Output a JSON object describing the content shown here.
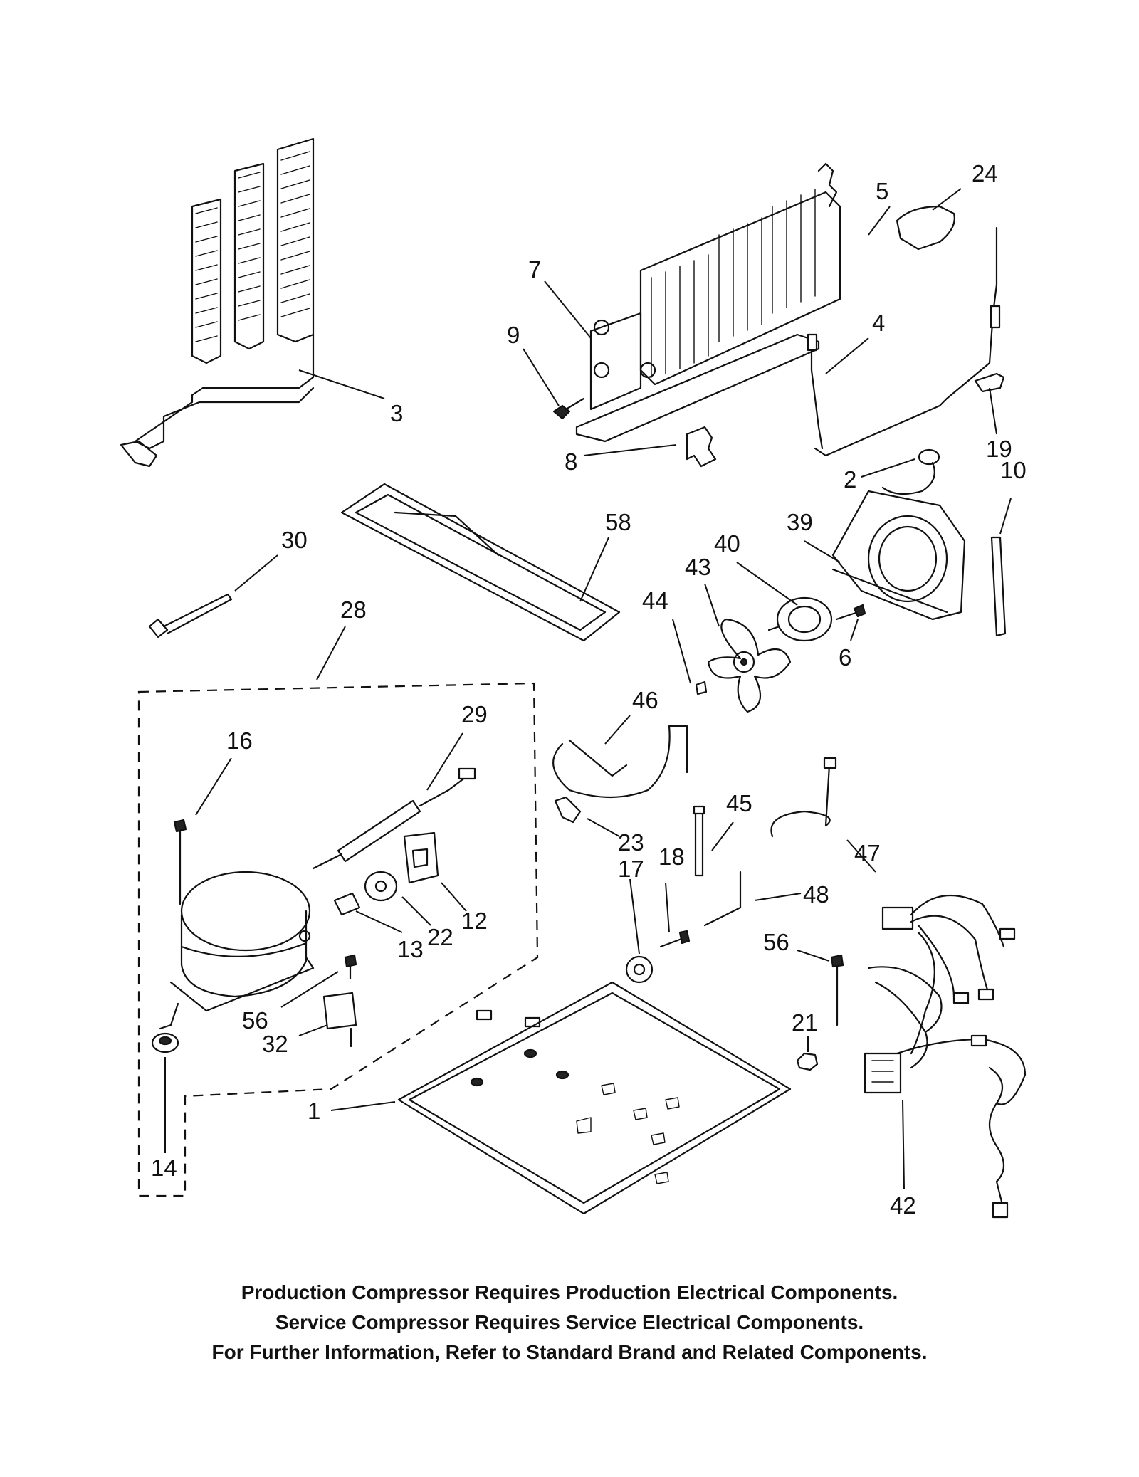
{
  "parts": [
    {
      "id": "3"
    },
    {
      "id": "5"
    },
    {
      "id": "24"
    },
    {
      "id": "7"
    },
    {
      "id": "9"
    },
    {
      "id": "4"
    },
    {
      "id": "19"
    },
    {
      "id": "10"
    },
    {
      "id": "8"
    },
    {
      "id": "2"
    },
    {
      "id": "30"
    },
    {
      "id": "58"
    },
    {
      "id": "39"
    },
    {
      "id": "40"
    },
    {
      "id": "43"
    },
    {
      "id": "44"
    },
    {
      "id": "6"
    },
    {
      "id": "28"
    },
    {
      "id": "29"
    },
    {
      "id": "16"
    },
    {
      "id": "46"
    },
    {
      "id": "23"
    },
    {
      "id": "45"
    },
    {
      "id": "47"
    },
    {
      "id": "17"
    },
    {
      "id": "18"
    },
    {
      "id": "48"
    },
    {
      "id": "22"
    },
    {
      "id": "12"
    },
    {
      "id": "13"
    },
    {
      "id": "56"
    },
    {
      "id": "32"
    },
    {
      "id": "14"
    },
    {
      "id": "1"
    },
    {
      "id": "21"
    },
    {
      "id": "42"
    }
  ],
  "notes": [
    "Production Compressor Requires Production Electrical Components.",
    "Service Compressor Requires Service Electrical Components.",
    "For Further Information, Refer to Standard Brand and Related Components."
  ]
}
